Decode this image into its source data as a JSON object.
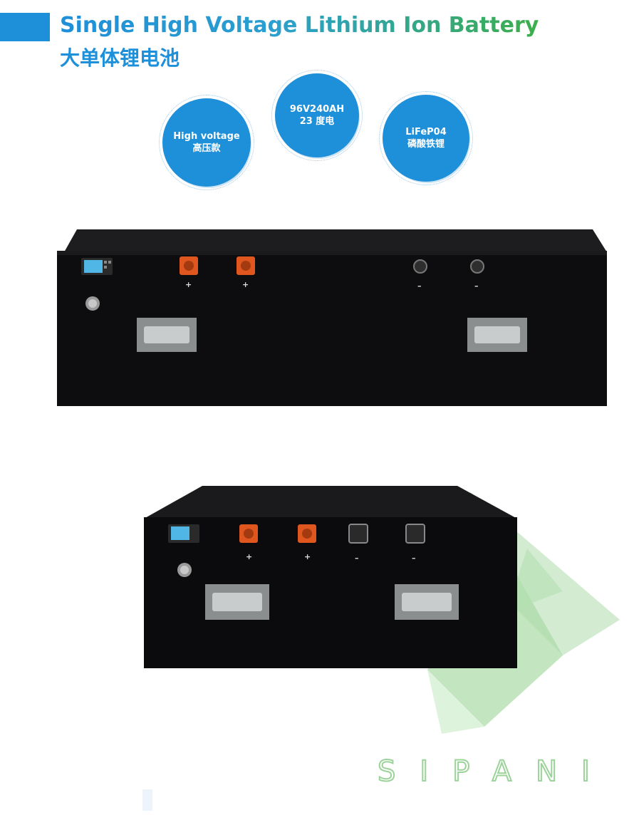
{
  "header": {
    "title_en": "Single High Voltage Lithium Ion Battery",
    "title_cn": "大单体锂电池"
  },
  "badges": [
    {
      "line1": "High voltage",
      "line2": "高压款"
    },
    {
      "line1": "96V240AH",
      "line2": "23 度电"
    },
    {
      "line1": "LiFeP04",
      "line2": "磷酸铁锂"
    }
  ],
  "battery_front": {
    "terminals": [
      "+",
      "+",
      "–",
      "–"
    ]
  },
  "battery_angled": {
    "terminals": [
      "+",
      "+",
      "–",
      "–"
    ]
  },
  "brand": {
    "name": "SIPANI"
  },
  "colors": {
    "accent_blue": "#1e8fd9",
    "title_green": "#3cae4a",
    "terminal_orange": "#e0561f",
    "logo_green": "#9cd39a"
  }
}
